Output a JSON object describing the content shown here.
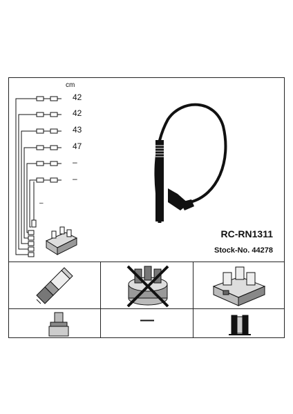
{
  "wire_set": {
    "unit": "cm",
    "lengths": [
      "42",
      "42",
      "43",
      "47",
      "–",
      "–"
    ],
    "side_mark": "–"
  },
  "product": {
    "code": "RC-RN1311",
    "stock_label": "Stock-No.",
    "stock_number": "44278"
  },
  "compatibility": {
    "no_item_mark": "—"
  },
  "icons": {
    "wire": "ignition-cable-icon",
    "plug": "spark-plug-icon",
    "cap": "distributor-cap-icon",
    "coil": "ignition-coil-icon",
    "boot": "plug-connector-icon",
    "coil_boot": "coil-connector-icon"
  },
  "colors": {
    "ink": "#111111",
    "paper": "#ffffff"
  }
}
